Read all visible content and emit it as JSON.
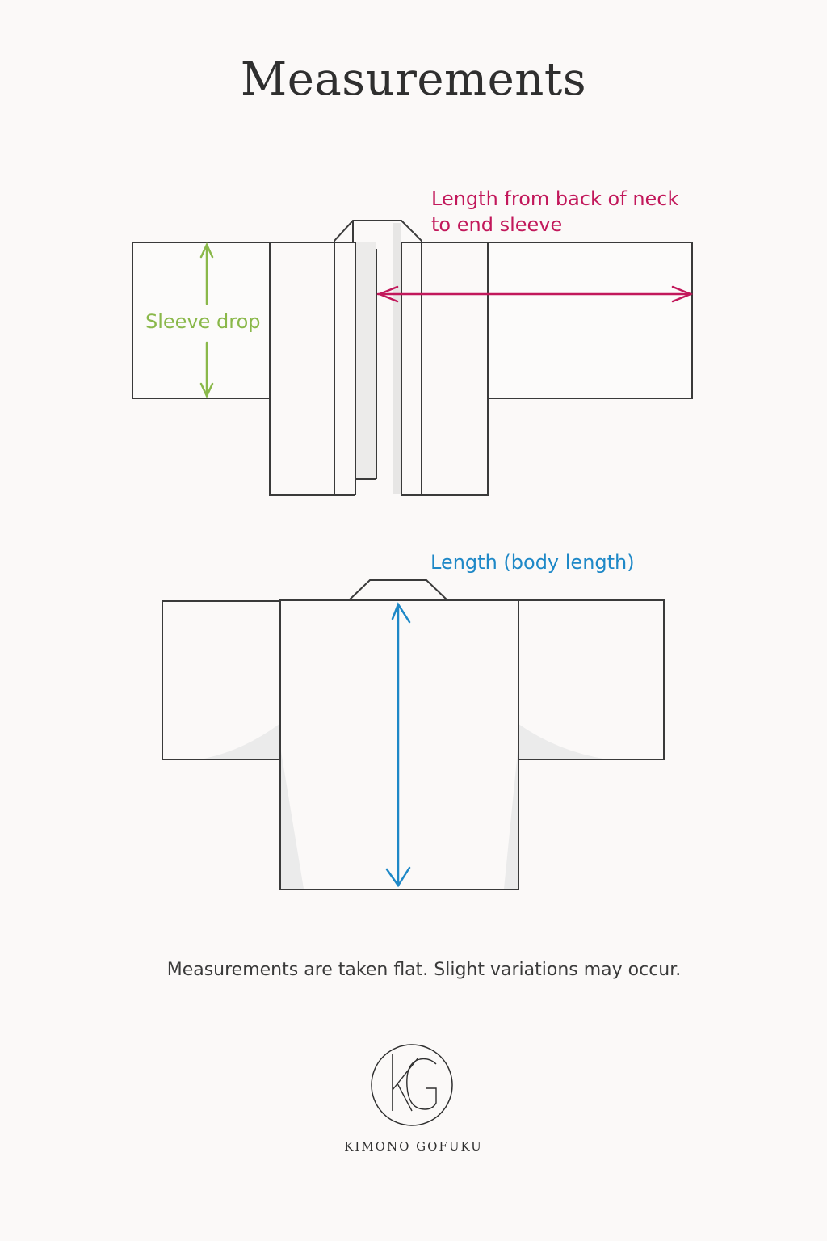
{
  "title": "Measurements",
  "labels": {
    "sleeve_drop": "Sleeve drop",
    "neck_to_sleeve_line1": "Length from back of neck",
    "neck_to_sleeve_line2": "to end sleeve",
    "body_length": "Length (body length)"
  },
  "note": "Measurements are taken flat. Slight variations may occur.",
  "brand": {
    "name": "KIMONO GOFUKU"
  },
  "colors": {
    "sleeve_drop": "#8ab84a",
    "neck_to_sleeve": "#c2185b",
    "body_length": "#1e88c7",
    "outline": "#3a3a3a",
    "background": "#fbf9f8"
  }
}
